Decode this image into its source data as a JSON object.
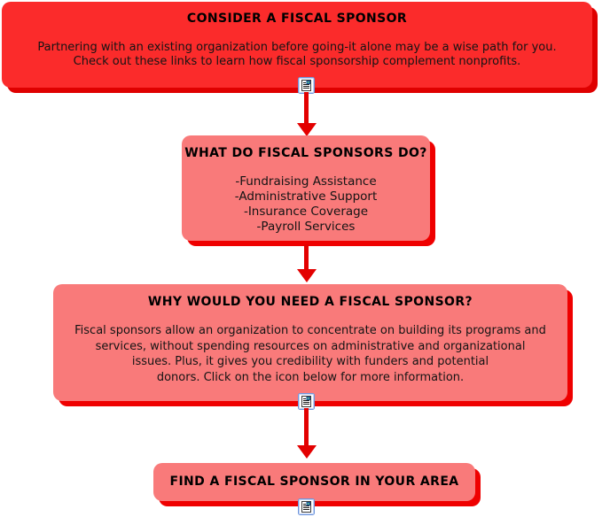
{
  "flowchart": {
    "nodes": [
      {
        "id": "consider",
        "title": "CONSIDER A FISCAL SPONSOR",
        "lines": [
          "Partnering with an existing organization before going-it alone may be a wise path for you.",
          "Check out these links to learn how fiscal sponsorship complement nonprofits."
        ],
        "has_icon": true
      },
      {
        "id": "what-do-sponsors-do",
        "title": "WHAT DO FISCAL SPONSORS DO?",
        "items": [
          "-Fundraising Assistance",
          "-Administrative Support",
          "-Insurance Coverage",
          "-Payroll Services"
        ]
      },
      {
        "id": "why-need-sponsor",
        "title": "WHY WOULD YOU NEED A FISCAL SPONSOR?",
        "lines": [
          "Fiscal sponsors allow an organization to concentrate on building its programs and",
          "services, without spending resources on administrative and organizational",
          "issues. Plus, it gives you credibility with funders and potential",
          "donors. Click on the icon below for more information."
        ],
        "has_icon": true
      },
      {
        "id": "find-sponsor",
        "title": "FIND A FISCAL SPONSOR IN YOUR AREA",
        "has_icon": true
      }
    ],
    "icons": {
      "name": "document-icon",
      "meaning": "link to more information"
    },
    "colors": {
      "node1_fill": "#fb2b2b",
      "node_fill": "#f97a7a",
      "node_shadow": "#ef0000",
      "arrow": "#e30000",
      "title_text": "#000000",
      "body_text": "#141414",
      "icon_border": "#6f96dc",
      "background": "#ffffff"
    }
  }
}
